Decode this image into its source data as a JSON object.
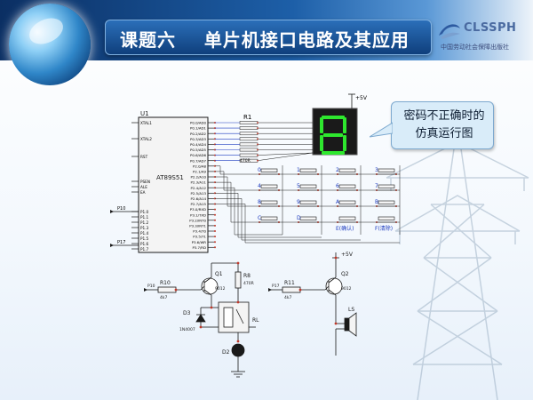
{
  "header": {
    "title": "课题六    单片机接口电路及其应用",
    "logo_text": "CLSSPH",
    "logo_subtitle": "中国劳动社会保障出版社"
  },
  "callout": {
    "text": "密码不正确时的仿真运行图"
  },
  "circuit": {
    "mcu": {
      "ref": "U1",
      "part": "AT89S51",
      "left_pins": [
        "XTAL1",
        "XTAL2",
        "RST",
        "PSEN",
        "ALE",
        "EA",
        "P1.0",
        "P1.1",
        "P1.2",
        "P1.3",
        "P1.4",
        "P1.5",
        "P1.6",
        "P1.7"
      ],
      "right_pins": [
        "P0.0/AD0",
        "P0.1/AD1",
        "P0.2/AD2",
        "P0.3/AD3",
        "P0.4/AD4",
        "P0.5/AD5",
        "P0.6/AD6",
        "P0.7/AD7",
        "P2.0/A8",
        "P2.1/A9",
        "P2.2/A10",
        "P2.3/A11",
        "P2.4/A12",
        "P2.5/A13",
        "P2.6/A14",
        "P2.7/A15",
        "P3.0/RXD",
        "P3.1/TXD",
        "P3.2/INT0",
        "P3.3/INT1",
        "P3.4/T0",
        "P3.5/T1",
        "P3.6/WR",
        "P3.7/RD"
      ],
      "p10_label": "P10",
      "p17_label": "P17"
    },
    "resistor_network": {
      "ref": "R1",
      "value": "470R"
    },
    "display": {
      "digit": "8",
      "supply": "+5V"
    },
    "keypad": {
      "keys": [
        "0",
        "1",
        "2",
        "3",
        "4",
        "5",
        "6",
        "7",
        "8",
        "9",
        "A",
        "B",
        "C",
        "D",
        "E(确认)",
        "F(清除)"
      ]
    },
    "driver": {
      "r10": {
        "ref": "R10",
        "value": "4k7",
        "port": "P10"
      },
      "r11": {
        "ref": "R11",
        "value": "4k7",
        "port": "P17"
      },
      "r8": {
        "ref": "R8",
        "value": "470R"
      },
      "q1": {
        "ref": "Q1",
        "part": "9012"
      },
      "q2": {
        "ref": "Q2",
        "part": "9012"
      },
      "relay": "RL",
      "d3": {
        "ref": "D3",
        "part": "1N4007"
      },
      "d2": "D2",
      "speaker": "LS",
      "supply": "+5V"
    },
    "colors": {
      "wire": "#1a1a1a",
      "pin": "#c0392b",
      "chip_fill": "#f4f4f4",
      "segment_on": "#2ee82e",
      "display_body": "#1a1a1a",
      "pin_link": "#1d3bbf"
    }
  }
}
